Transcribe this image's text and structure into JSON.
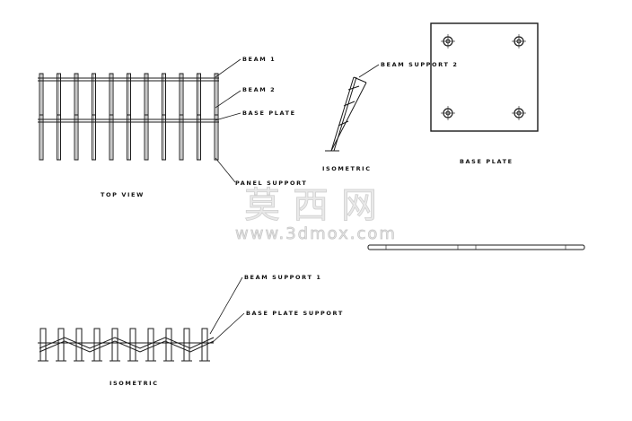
{
  "watermark": {
    "chinese": "莫西网",
    "url": "www.3dmox.com"
  },
  "top_view": {
    "title": "TOP VIEW",
    "callouts": [
      "BEAM 1",
      "BEAM 2",
      "BASE PLATE",
      "PANEL SUPPORT"
    ]
  },
  "side_view": {
    "title": "ISOMETRIC",
    "callouts": [
      "BEAM SUPPORT 2"
    ]
  },
  "base_plate_view": {
    "title": "BASE PLATE"
  },
  "iso_view": {
    "title": "ISOMETRIC",
    "callouts": [
      "BEAM SUPPORT 1",
      "BASE PLATE SUPPORT"
    ]
  },
  "colors": {
    "line": "#1a1a1a",
    "watermark": "#cfcfcf"
  }
}
